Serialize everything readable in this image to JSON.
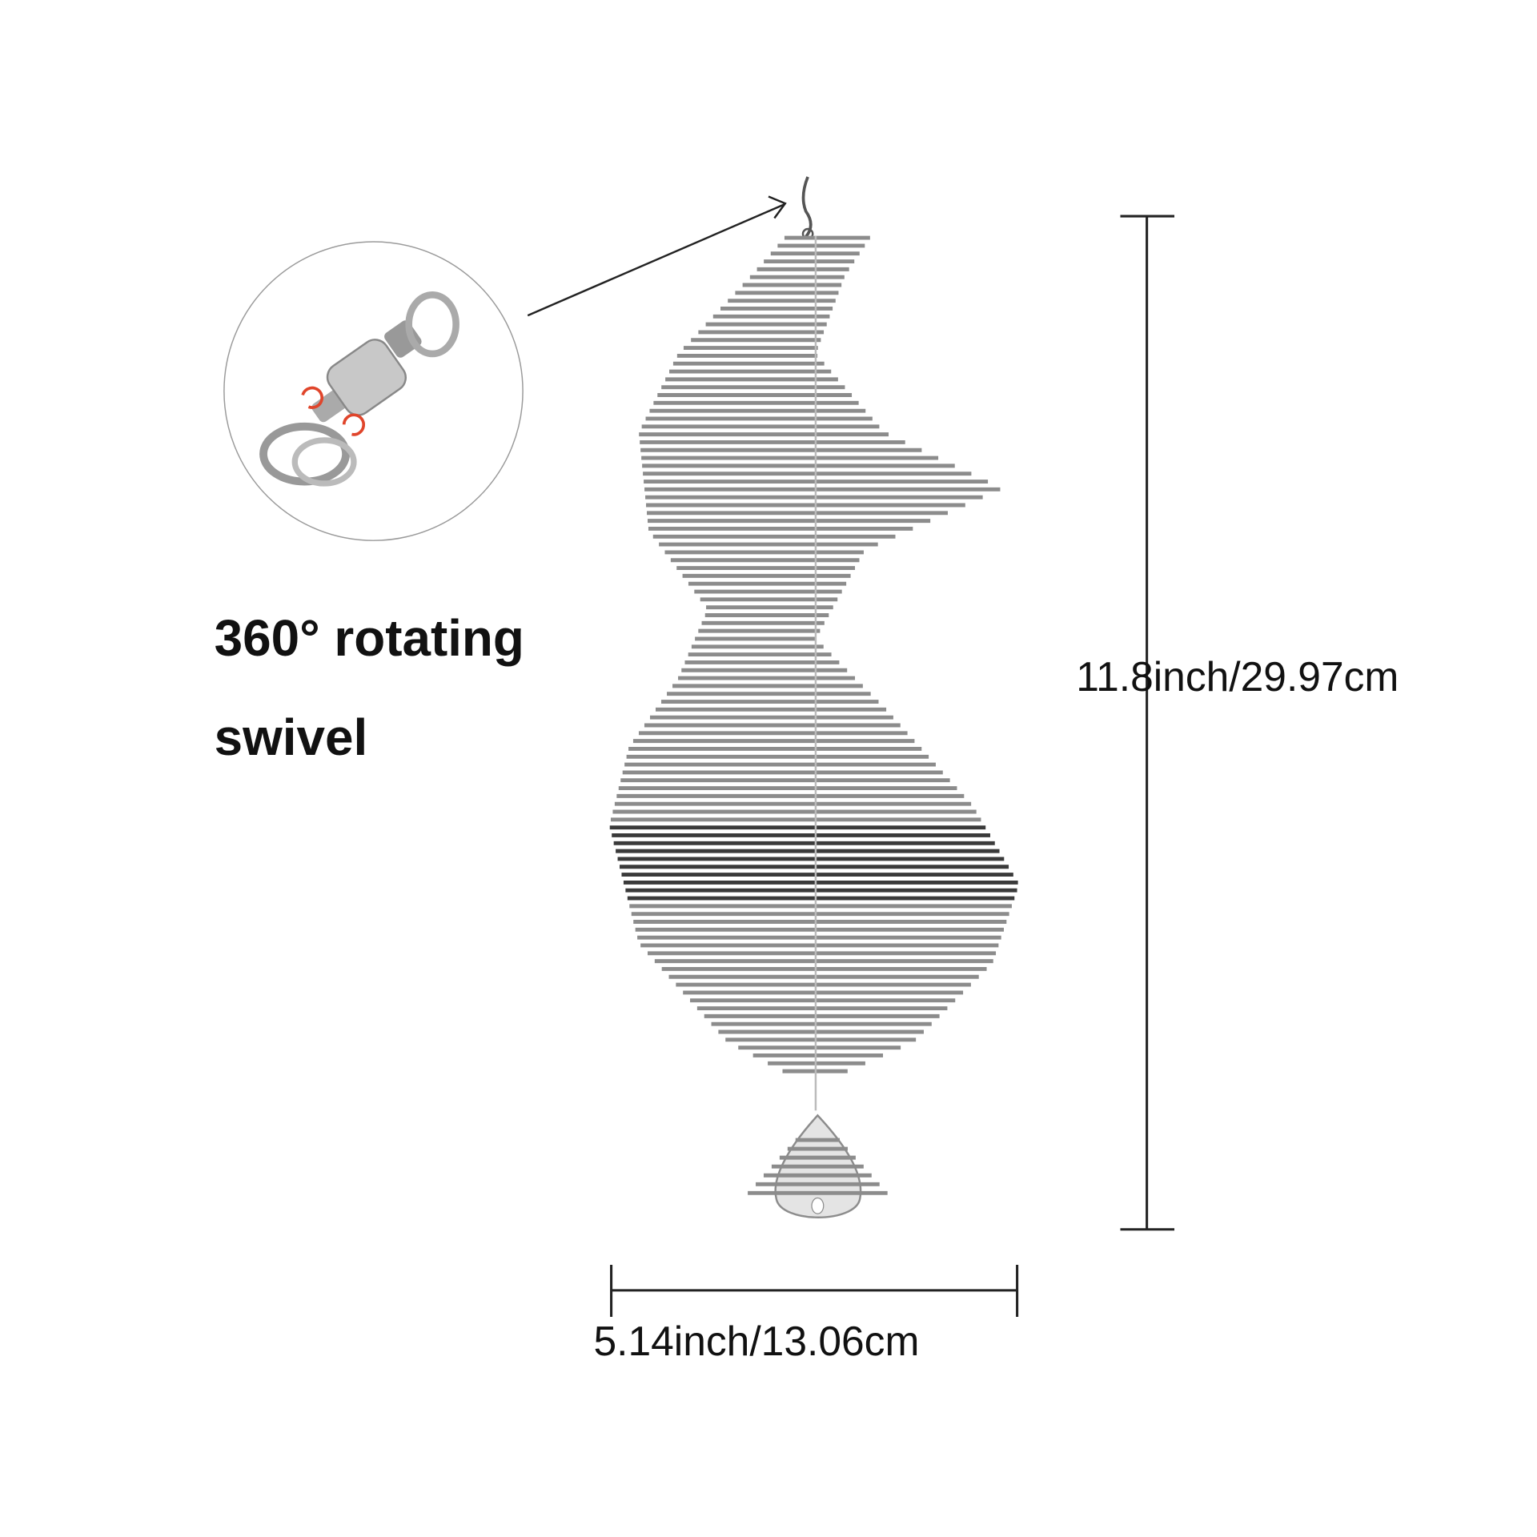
{
  "callout": {
    "line1": "360° rotating",
    "line2": "swivel"
  },
  "dimensions": {
    "height_label": "11.8inch/29.97cm",
    "width_label": "5.14inch/13.06cm"
  },
  "colors": {
    "metal": "#8c8c8c",
    "metal_dark": "#3a3a3a",
    "accent": "#e0452b",
    "line": "#222222"
  }
}
